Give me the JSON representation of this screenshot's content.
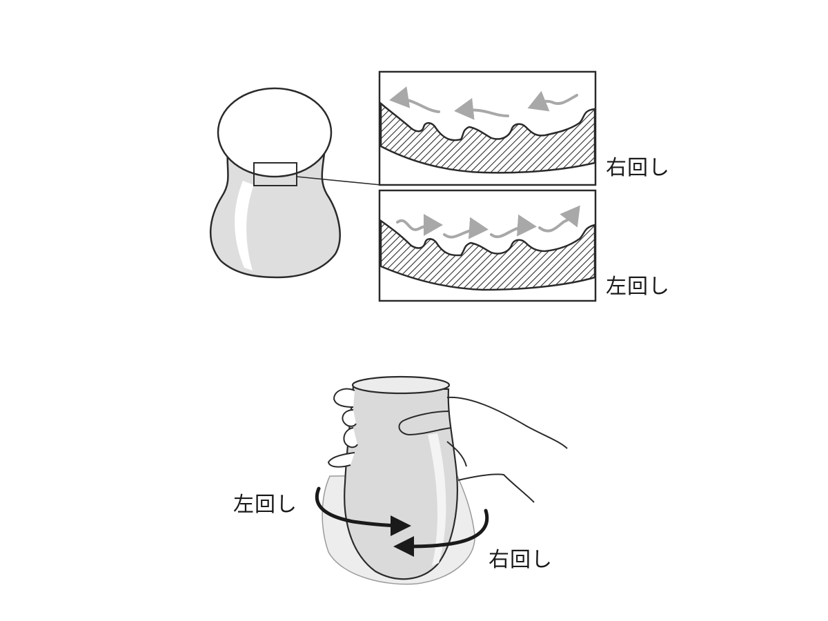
{
  "labels": {
    "right_rotation": "右回し",
    "left_rotation": "左回し"
  },
  "colors": {
    "ink": "#2a2a2a",
    "glass_fill": "#dedede",
    "flow_arrow": "#a8a8a8",
    "background": "#ffffff"
  },
  "panels": [
    {
      "id": "top",
      "label_key": "right_rotation",
      "flow_direction": "left"
    },
    {
      "id": "bottom",
      "label_key": "left_rotation",
      "flow_direction": "right"
    }
  ]
}
